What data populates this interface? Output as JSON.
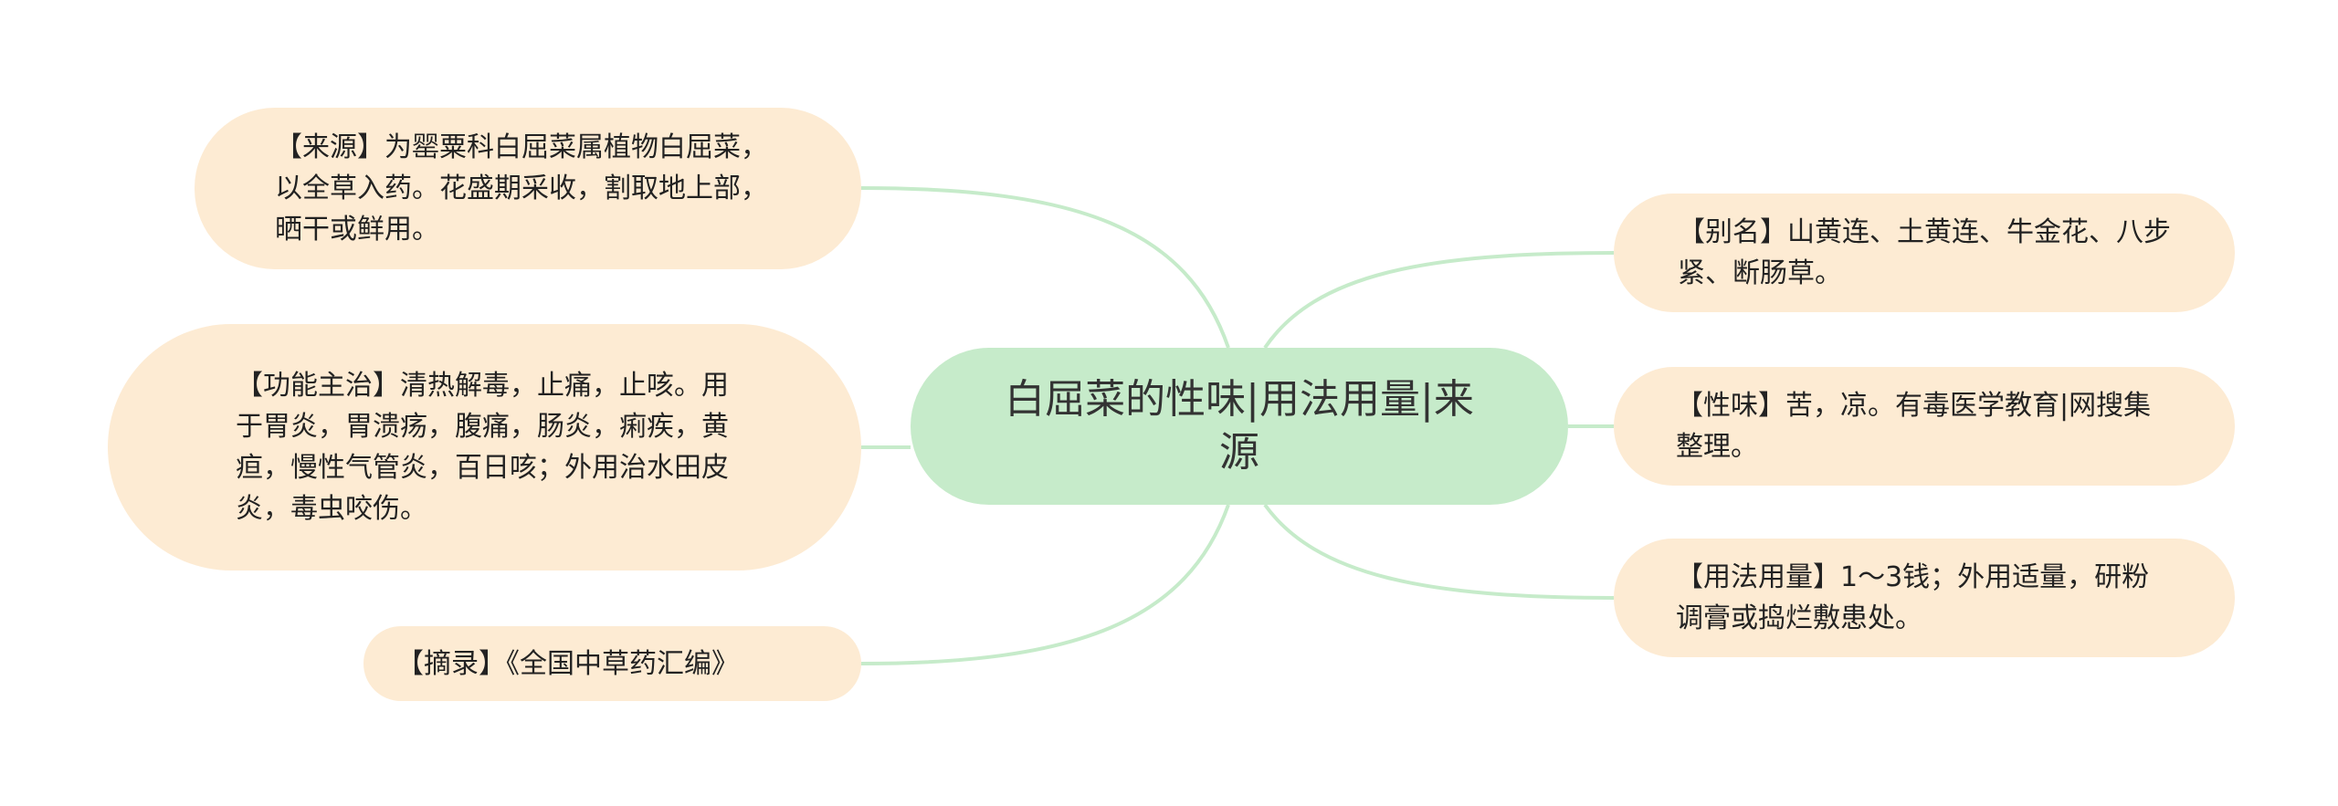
{
  "mindmap": {
    "root": {
      "text": "白屈菜的性味|用法用量|来源"
    },
    "branches": [
      {
        "id": "source",
        "side": "left",
        "text": "【来源】为罂粟科白屈菜属植物白屈菜，以全草入药。花盛期采收，割取地上部，晒干或鲜用。"
      },
      {
        "id": "function",
        "side": "left",
        "text": "【功能主治】清热解毒，止痛，止咳。用于胃炎，胃溃疡，腹痛，肠炎，痢疾，黄疸，慢性气管炎，百日咳；外用治水田皮炎，毒虫咬伤。"
      },
      {
        "id": "excerpt",
        "side": "left",
        "text": "【摘录】《全国中草药汇编》"
      },
      {
        "id": "alias",
        "side": "right",
        "text": "【别名】山黄连、土黄连、牛金花、八步紧、断肠草。"
      },
      {
        "id": "taste",
        "side": "right",
        "text": "【性味】苦，凉。有毒医学教育|网搜集整理。"
      },
      {
        "id": "dosage",
        "side": "right",
        "text": "【用法用量】1～3钱；外用适量，研粉调膏或捣烂敷患处。"
      }
    ]
  },
  "colors": {
    "root_fill": "#c6ebca",
    "leaf_fill": "#fdebd3",
    "connector": "#c6ebca",
    "text": "#222222"
  }
}
